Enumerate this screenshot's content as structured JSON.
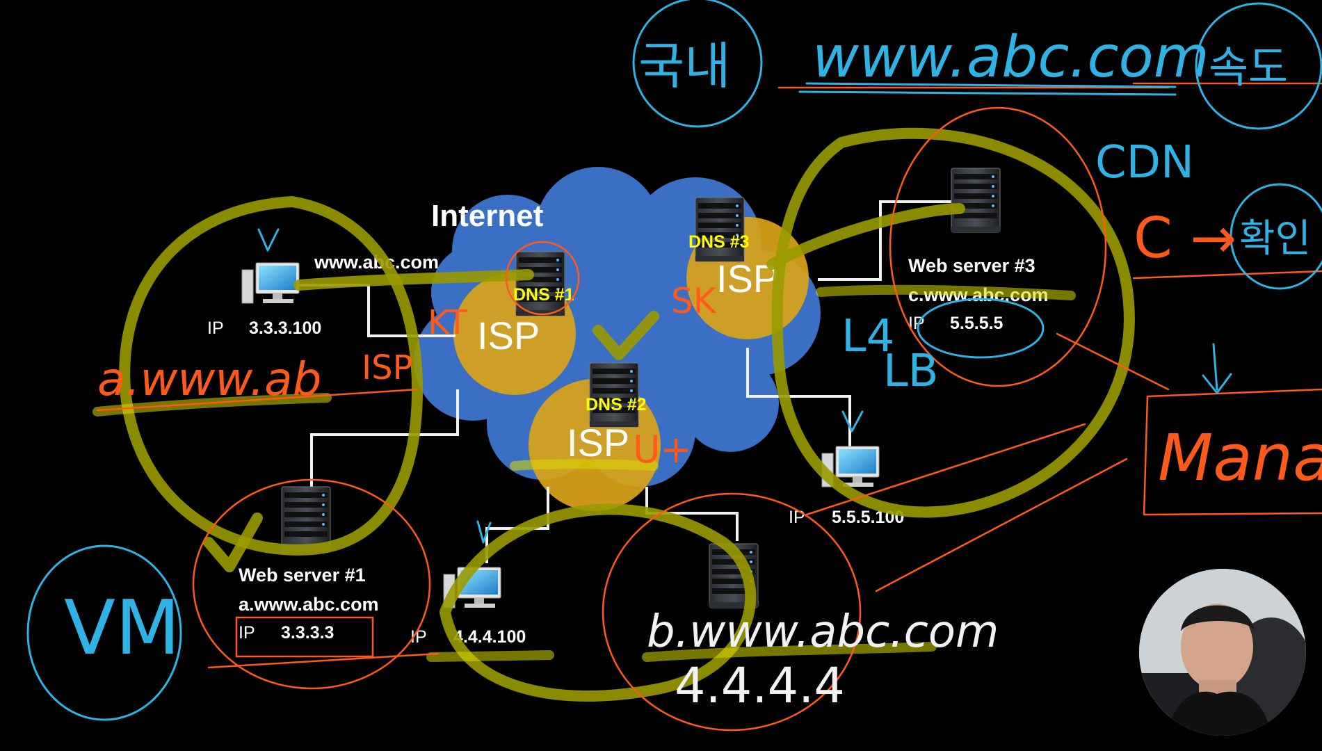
{
  "cloud": {
    "label": "Internet"
  },
  "isp_nodes": [
    {
      "id": "isp1",
      "label": "ISP",
      "dns_label": "DNS #1"
    },
    {
      "id": "isp2",
      "label": "ISP",
      "dns_label": "DNS #2"
    },
    {
      "id": "isp3",
      "label": "ISP",
      "dns_label": "DNS #3"
    }
  ],
  "client1": {
    "url_label": "www.abc.com",
    "ip_prefix": "IP",
    "ip": "3.3.3.100"
  },
  "client2": {
    "ip_prefix": "IP",
    "ip": "4.4.4.100"
  },
  "client3": {
    "ip_prefix": "IP",
    "ip": "5.5.5.100"
  },
  "web_server_1": {
    "name": "Web server #1",
    "host": "a.www.abc.com",
    "ip_prefix": "IP",
    "ip": "3.3.3.3"
  },
  "web_server_3": {
    "name": "Web server #3",
    "host": "c.www.abc.com",
    "ip_prefix": "IP",
    "ip": "5.5.5.5"
  },
  "handwriting": {
    "top_domain": "www.abc.com",
    "left_domain": "a.www.ab",
    "left_isp": "ISP",
    "bottom_domain": "b.www.abc.com",
    "bottom_ip": "4.4.4.4",
    "l4": "L4",
    "lb": "LB",
    "manager": "Manage",
    "vm": "VM",
    "cdn": "CDN",
    "u_plus": "U+",
    "sk": "SK",
    "kt": "KT",
    "c_arrow": "C →",
    "gukne": "국내",
    "sokdo": "속도",
    "hwakin": "확인"
  },
  "colors": {
    "cloud": "#3a6fc4",
    "isp_circle": "#d9a21b",
    "dns_text": "#ffff00",
    "ink_cyan": "#2fb3e6",
    "ink_orange": "#ff5a1a",
    "ink_olive": "#9a9a00",
    "background": "#000000"
  },
  "icons": {
    "server": "server-rack-icon",
    "client": "desktop-computer-icon"
  }
}
